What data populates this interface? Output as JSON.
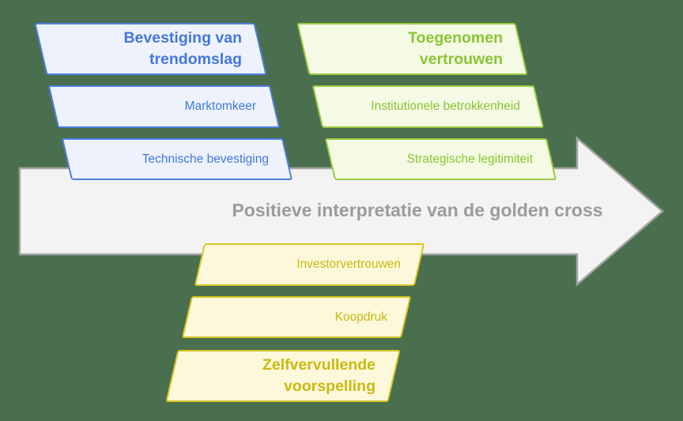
{
  "background_color": "#4a6f4e",
  "arrow": {
    "label": "Positieve interpretatie van de golden cross",
    "fill": "#f3f3f3",
    "border": "#a3a3a3",
    "text_color": "#9b9b9b"
  },
  "groups": [
    {
      "id": "bevestiging-van-trendomslag",
      "theme": "blue",
      "accent": "#4f80e1",
      "fill": "#edf2fc",
      "header": "Bevestiging van trendomslag",
      "items": [
        "Marktomkeer",
        "Technische bevestiging"
      ]
    },
    {
      "id": "toegenomen-vertrouwen",
      "theme": "green",
      "accent": "#9aca41",
      "fill": "#f4fae3",
      "header": "Toegenomen vertrouwen",
      "items": [
        "Institutionele betrokkenheid",
        "Strategische legitimiteit"
      ]
    },
    {
      "id": "zelfvervullende-voorspelling",
      "theme": "yellow",
      "accent": "#d6c521",
      "fill": "#fdf8da",
      "header": "Zelfvervullende voorspelling",
      "items": [
        "Investorvertrouwen",
        "Koopdruk"
      ]
    }
  ]
}
